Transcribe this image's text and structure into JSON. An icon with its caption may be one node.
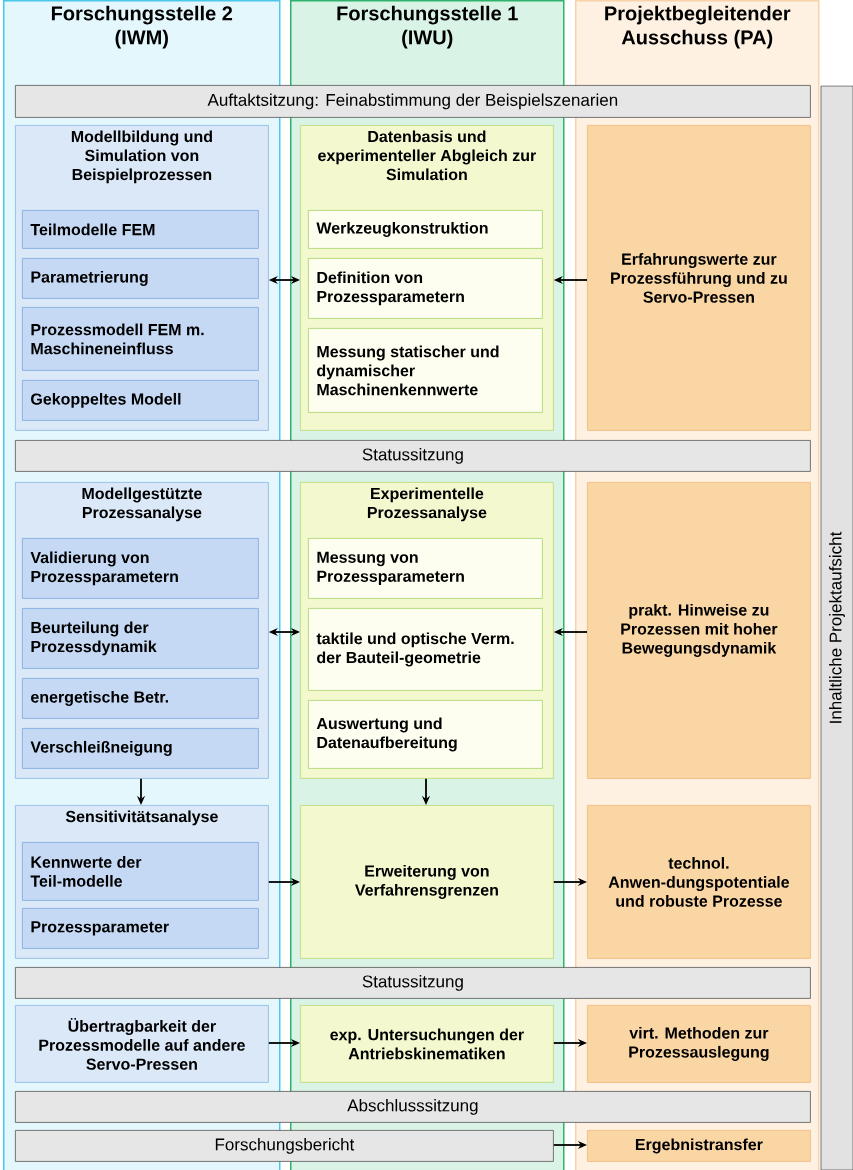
{
  "diagram": {
    "nodes": [
      {
        "text": [
          "Forschungsstelle 2 (IWM)"
        ]
      },
      {
        "text": [
          "Forschungsstelle 1 (IWU)"
        ]
      },
      {
        "text": [
          "Projektbegleitender Ausschuss (PA)"
        ]
      },
      {
        "text": [
          "Inhaltliche Projektaufsicht"
        ]
      },
      {
        "text": [
          "Auftaktsitzung: Feinabstimmung der Beispielszenarien"
        ]
      },
      {
        "text": [
          "Modellbildung und Simulation von Beispielprozessen"
        ],
        "in": 0
      },
      {
        "text": [
          "Teilmodelle FEM"
        ],
        "in": 5
      },
      {
        "text": [
          "Parametrierung"
        ],
        "in": 5
      },
      {
        "text": [
          "Prozessmodell FEM m. Maschineneinfluss"
        ],
        "in": 5
      },
      {
        "text": [
          "Gekoppeltes Modell"
        ],
        "in": 5
      },
      {
        "text": [
          "Datenbasis und experimenteller Abgleich zur Simulation"
        ],
        "in": 1
      },
      {
        "text": [
          "Werkzeugkonstruktion"
        ],
        "in": 10
      },
      {
        "text": [
          "Definition von Prozessparametern"
        ],
        "in": 10
      },
      {
        "text": [
          "Messung statischer und dynamischer Maschinenkennwerte"
        ],
        "in": 10
      },
      {
        "text": [
          "Erfahrungswerte zur Prozessführung und zu Servo-Pressen"
        ],
        "in": 2
      },
      {
        "text": [
          "Statussitzung"
        ]
      },
      {
        "text": [
          "Modellgestützte Prozessanalyse"
        ],
        "in": 0
      },
      {
        "text": [
          "Validierung von Prozessparametern"
        ],
        "in": 16
      },
      {
        "text": [
          "Beurteilung der Prozessdynamik"
        ],
        "in": 16
      },
      {
        "text": [
          "energetische Betr."
        ],
        "in": 16
      },
      {
        "text": [
          "Verschleißneigung"
        ],
        "in": 16
      },
      {
        "text": [
          "Experimentelle Prozessanalyse"
        ],
        "in": 1
      },
      {
        "text": [
          "Messung von Prozessparametern"
        ],
        "in": 21
      },
      {
        "text": [
          "taktile und optische Verm. der Bauteil-geometrie"
        ],
        "in": 21
      },
      {
        "text": [
          "Auswertung und Datenaufbereitung"
        ],
        "in": 21
      },
      {
        "text": [
          "prakt. Hinweise zu Prozessen mit hoher Bewegungsdynamik"
        ],
        "in": 2
      },
      {
        "text": [
          "Sensitivitätsanalyse"
        ],
        "in": 0
      },
      {
        "text": [
          "Kennwerte der Teil-modelle"
        ],
        "in": 26
      },
      {
        "text": [
          "Prozessparameter"
        ],
        "in": 26
      },
      {
        "text": [
          "Erweiterung von Verfahrensgrenzen"
        ],
        "in": 1
      },
      {
        "text": [
          "technol. Anwen-dungspotentiale und robuste Prozesse"
        ],
        "in": 2
      },
      {
        "text": [
          "Statussitzung"
        ]
      },
      {
        "text": [
          "Übertragbarkeit der Prozessmodelle auf andere Servo-Pressen"
        ],
        "in": 0
      },
      {
        "text": [
          "exp. Untersuchungen der Antriebskinematiken"
        ],
        "in": 1
      },
      {
        "text": [
          "virt. Methoden zur Prozessauslegung"
        ],
        "in": 2
      },
      {
        "text": [
          "Abschlusssitzung"
        ]
      },
      {
        "text": [
          "Forschungsbericht"
        ]
      },
      {
        "text": [
          "Ergebnistransfer"
        ],
        "in": 2
      }
    ],
    "edges": [
      {
        "from": 10,
        "to": 5,
        "arrow": "both"
      },
      {
        "from": 14,
        "to": 10,
        "arrow": "to"
      },
      {
        "from": 21,
        "to": 16,
        "arrow": "both"
      },
      {
        "from": 25,
        "to": 21,
        "arrow": "to"
      },
      {
        "from": 16,
        "to": 26,
        "arrow": "to"
      },
      {
        "from": 21,
        "to": 29,
        "arrow": "to"
      },
      {
        "from": 26,
        "to": 29,
        "arrow": "to"
      },
      {
        "from": 29,
        "to": 30,
        "arrow": "to"
      },
      {
        "from": 32,
        "to": 33,
        "arrow": "to"
      },
      {
        "from": 33,
        "to": 34,
        "arrow": "to"
      },
      {
        "from": 36,
        "to": 37,
        "arrow": "to"
      }
    ]
  }
}
